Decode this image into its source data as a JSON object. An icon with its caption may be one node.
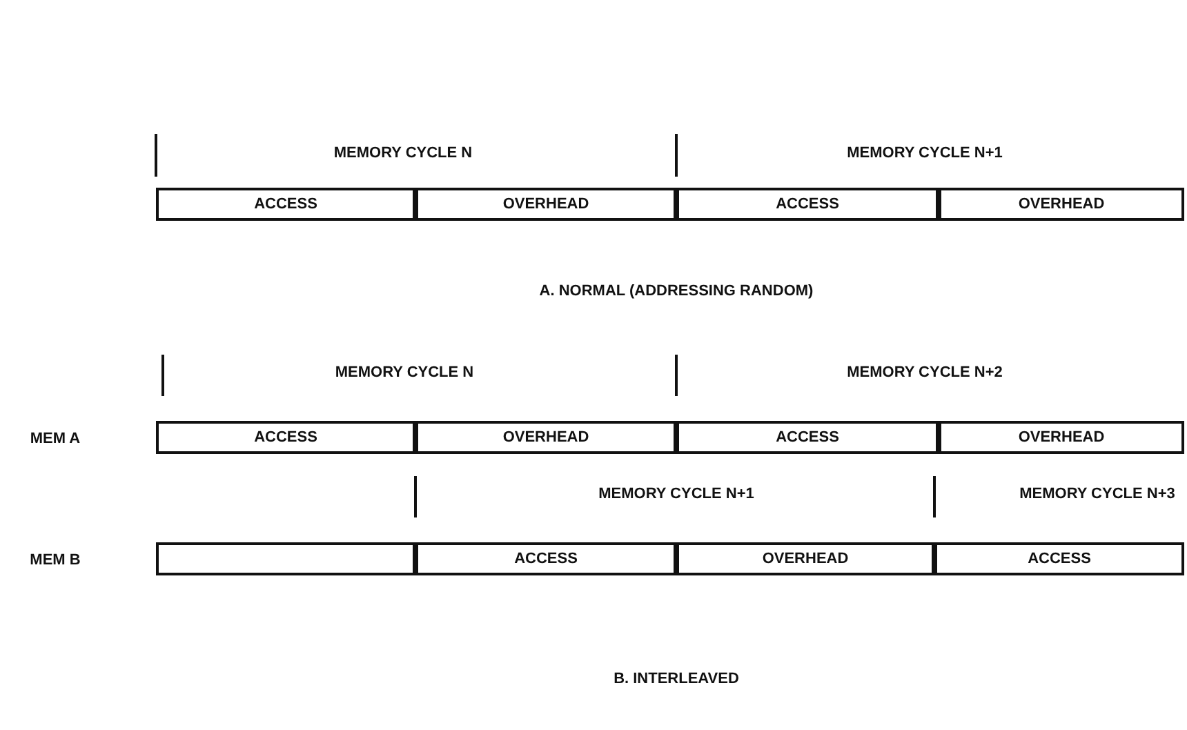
{
  "diagram": {
    "nodes": [
      {
        "text": [
          "ACCESS"
        ]
      },
      {
        "text": [
          "OVERHEAD"
        ]
      },
      {
        "text": [
          "ACCESS"
        ]
      },
      {
        "text": [
          "OVERHEAD"
        ]
      },
      {
        "text": [
          "ACCESS"
        ]
      },
      {
        "text": [
          "OVERHEAD"
        ]
      },
      {
        "text": [
          "ACCESS"
        ]
      },
      {
        "text": [
          "OVERHEAD"
        ]
      },
      {
        "text": [],
        "shape": "box"
      },
      {
        "text": [
          "ACCESS"
        ]
      },
      {
        "text": [
          "OVERHEAD"
        ]
      },
      {
        "text": [
          "ACCESS"
        ]
      }
    ],
    "edges": [],
    "labels": [
      "MEMORY CYCLE N",
      "MEMORY CYCLE N+1",
      "A. NORMAL (ADDRESSING RANDOM)",
      "MEMORY CYCLE N",
      "MEMORY CYCLE N+2",
      "MEM A",
      "MEMORY CYCLE N+1",
      "MEMORY CYCLE N+3",
      "MEM B",
      "B. INTERLEAVED"
    ]
  }
}
